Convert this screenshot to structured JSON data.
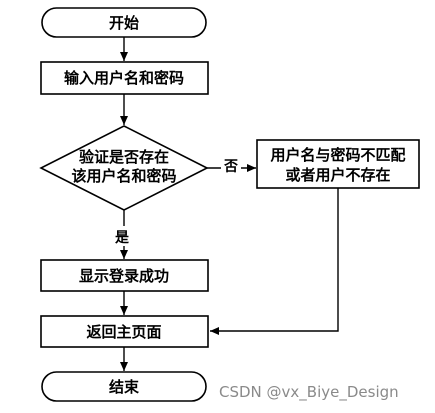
{
  "nodes": {
    "start": "开始",
    "input": "输入用户名和密码",
    "verify_line1": "验证是否存在",
    "verify_line2": "该用户名和密码",
    "error_line1": "用户名与密码不匹配",
    "error_line2": "或者用户不存在",
    "success": "显示登录成功",
    "return_home": "返回主页面",
    "end": "结束"
  },
  "edge_labels": {
    "no": "否",
    "yes": "是"
  },
  "watermark": "CSDN @vx_Biye_Design"
}
